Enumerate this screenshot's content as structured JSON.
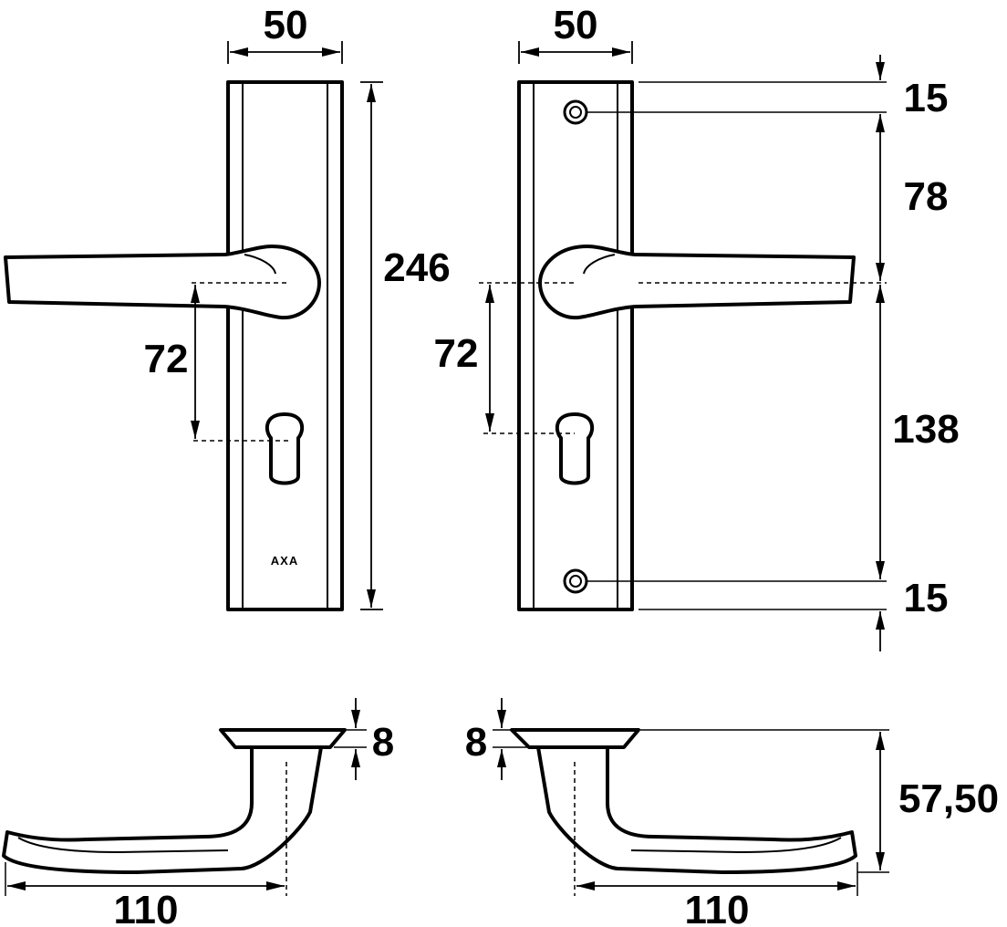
{
  "brand": "AXA",
  "labels": {
    "front_width": "50",
    "back_width": "50",
    "plate_height": "246",
    "front_spindle_to_keyhole": "72",
    "back_spindle_to_keyhole": "72",
    "top_screw_offset": "15",
    "top_screw_to_spindle": "78",
    "spindle_to_bottom_screw": "138",
    "bottom_screw_offset": "15",
    "front_rose_thickness": "8",
    "back_rose_thickness": "8",
    "handle_projection": "57,50",
    "front_handle_length": "110",
    "back_handle_length": "110"
  }
}
